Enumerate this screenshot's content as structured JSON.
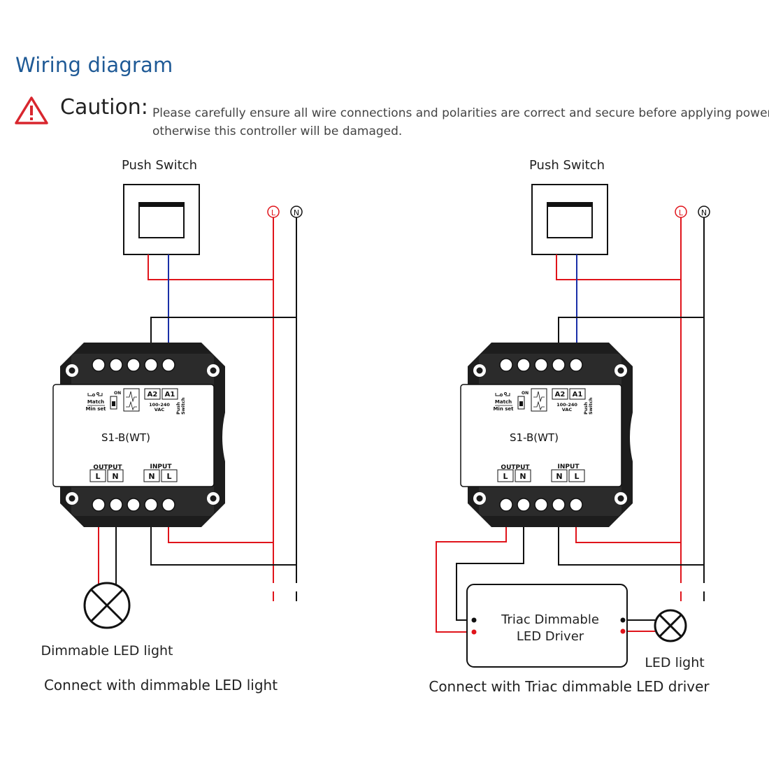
{
  "title": "Wiring diagram",
  "caution": {
    "label": "Caution:",
    "line1": "Please carefully ensure all wire connections and polarities are correct and secure before applying power,",
    "line2": "otherwise this controller will be damaged."
  },
  "colors": {
    "live": "#e0141b",
    "neutral": "#111111",
    "signal": "#1a2fa8",
    "title": "#1f5a96",
    "warning": "#d8262e"
  },
  "left": {
    "switch_label": "Push Switch",
    "live_label": "L",
    "neutral_label": "N",
    "device": {
      "model": "S1-B(WT)",
      "match": "Match",
      "min_set": "Min set",
      "on": "ON",
      "a2": "A2",
      "a1": "A1",
      "vac_range": "100-240",
      "vac": "VAC",
      "push": "Push",
      "switch": "Switch",
      "output": "OUTPUT",
      "input": "INPUT",
      "out_l": "L",
      "out_n": "N",
      "in_n": "N",
      "in_l": "L"
    },
    "lamp_label": "Dimmable LED light",
    "caption": "Connect with dimmable LED light"
  },
  "right": {
    "switch_label": "Push Switch",
    "live_label": "L",
    "neutral_label": "N",
    "device": {
      "model": "S1-B(WT)",
      "match": "Match",
      "min_set": "Min set",
      "on": "ON",
      "a2": "A2",
      "a1": "A1",
      "vac_range": "100-240",
      "vac": "VAC",
      "push": "Push",
      "switch": "Switch",
      "output": "OUTPUT",
      "input": "INPUT",
      "out_l": "L",
      "out_n": "N",
      "in_n": "N",
      "in_l": "L"
    },
    "driver_line1": "Triac Dimmable",
    "driver_line2": "LED Driver",
    "lamp_label": "LED light",
    "caption": "Connect with Triac dimmable LED driver"
  }
}
